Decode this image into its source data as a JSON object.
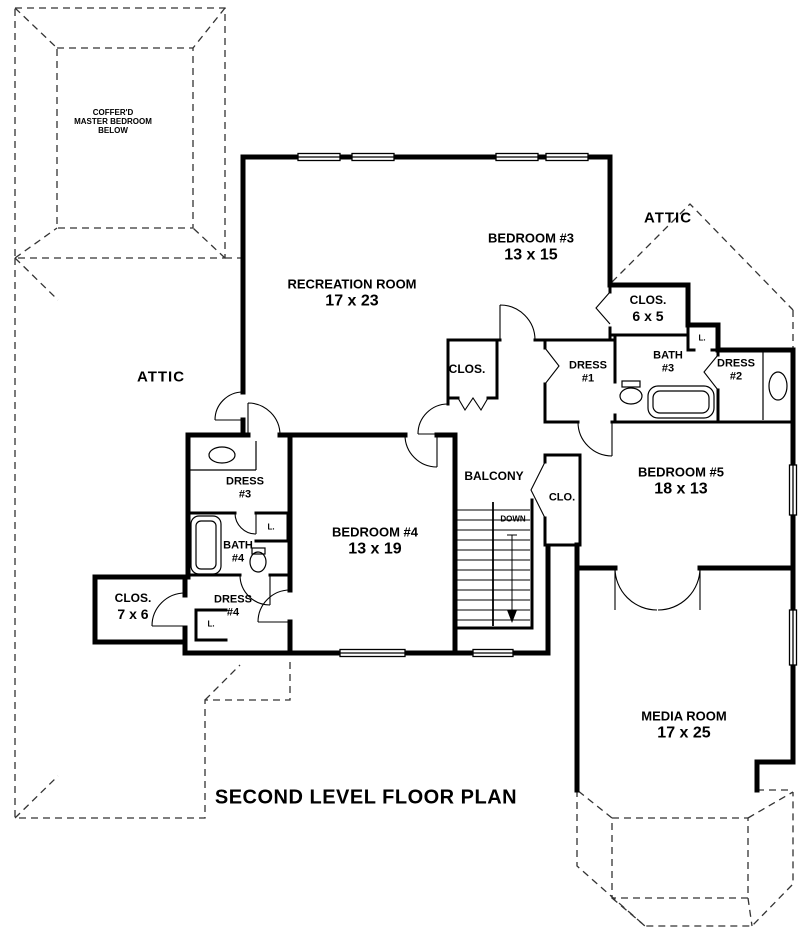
{
  "labels": {
    "coffer_l1": "COFFER'D",
    "coffer_l2": "MASTER BEDROOM",
    "coffer_l3": "BELOW",
    "attic_left": "ATTIC",
    "attic_right": "ATTIC",
    "recreation_name": "RECREATION ROOM",
    "recreation_dims": "17 x 23",
    "bedroom3_name": "BEDROOM #3",
    "bedroom3_dims": "13 x 15",
    "closet65_name": "CLOS.",
    "closet65_dims": "6 x 5",
    "hall_closet": "CLOS.",
    "dress1_l1": "DRESS",
    "dress1_l2": "#1",
    "bath3_l1": "BATH",
    "bath3_l2": "#3",
    "dress2_l1": "DRESS",
    "dress2_l2": "#2",
    "linen_bath3": "L.",
    "dress3_l1": "DRESS",
    "dress3_l2": "#3",
    "balcony": "BALCONY",
    "clo": "CLO.",
    "bedroom5_name": "BEDROOM #5",
    "bedroom5_dims": "18 x 13",
    "bath4_l1": "BATH",
    "bath4_l2": "#4",
    "linen_bath4": "L.",
    "bedroom4_name": "BEDROOM #4",
    "bedroom4_dims": "13 x 19",
    "down": "DOWN",
    "closet76_name": "CLOS.",
    "closet76_dims": "7 x 6",
    "dress4_l1": "DRESS",
    "dress4_l2": "#4",
    "linen_dress4": "L.",
    "media_name": "MEDIA ROOM",
    "media_dims": "17 x 25",
    "plan_title": "SECOND LEVEL FLOOR PLAN"
  },
  "colors": {
    "wall": "#000000",
    "roof_dashed": "#333333",
    "background": "#ffffff"
  }
}
